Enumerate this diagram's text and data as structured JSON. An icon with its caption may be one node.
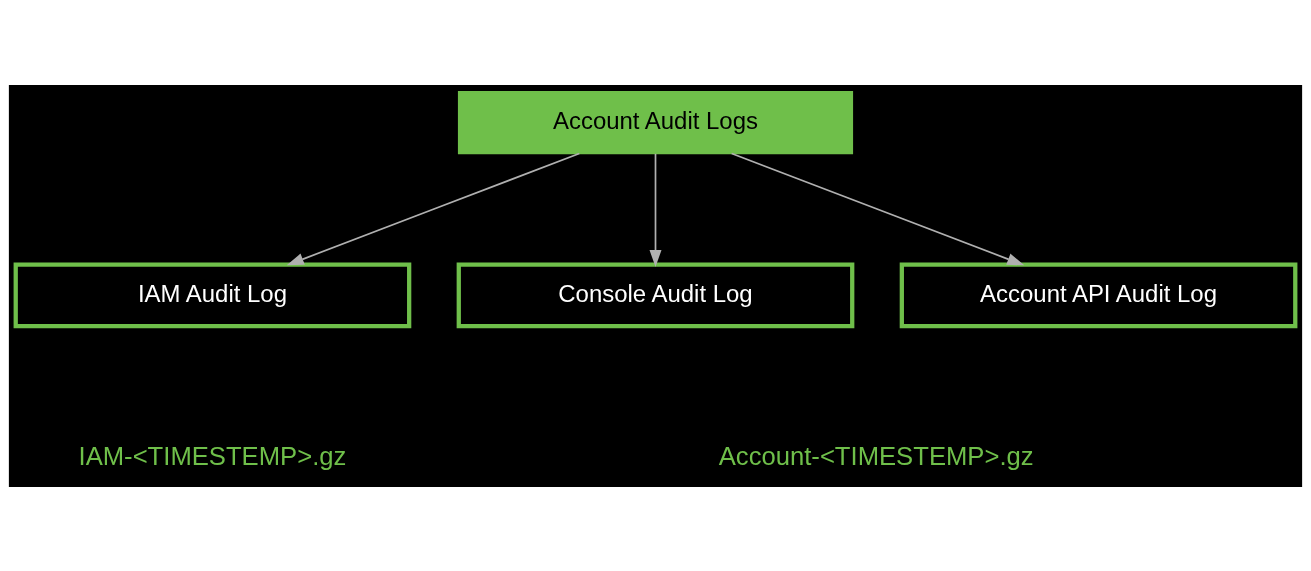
{
  "diagram": {
    "nodes": [
      {
        "text": [
          "Account Audit Logs"
        ]
      },
      {
        "text": [
          "IAM Audit Log"
        ]
      },
      {
        "text": [
          "Console Audit Log"
        ]
      },
      {
        "text": [
          "Account API Audit Log"
        ]
      }
    ],
    "edges": [
      {
        "from": 0,
        "to": 1,
        "arrow": "to"
      },
      {
        "from": 0,
        "to": 2,
        "arrow": "to"
      },
      {
        "from": 0,
        "to": 3,
        "arrow": "to"
      }
    ],
    "labels": [
      "IAM-<TIMESTEMP>.gz",
      "Account-<TIMESTEMP>.gz"
    ]
  }
}
